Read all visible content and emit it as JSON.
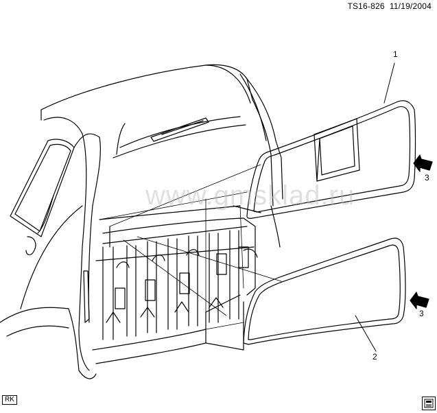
{
  "doc_id": "TS16-826",
  "doc_date": "11/19/2004",
  "region_code": "RK",
  "watermark": "www.gmsklad.ru",
  "callouts": [
    {
      "id": "1",
      "label": "1"
    },
    {
      "id": "2",
      "label": "2"
    },
    {
      "id": "3a",
      "label": "3"
    },
    {
      "id": "3b",
      "label": "3"
    }
  ],
  "colors": {
    "line": "#000000",
    "background": "#ffffff",
    "watermark": "#b9b9b9"
  },
  "icons": [
    "arrow-3-icon",
    "gm-service-badge-icon"
  ]
}
